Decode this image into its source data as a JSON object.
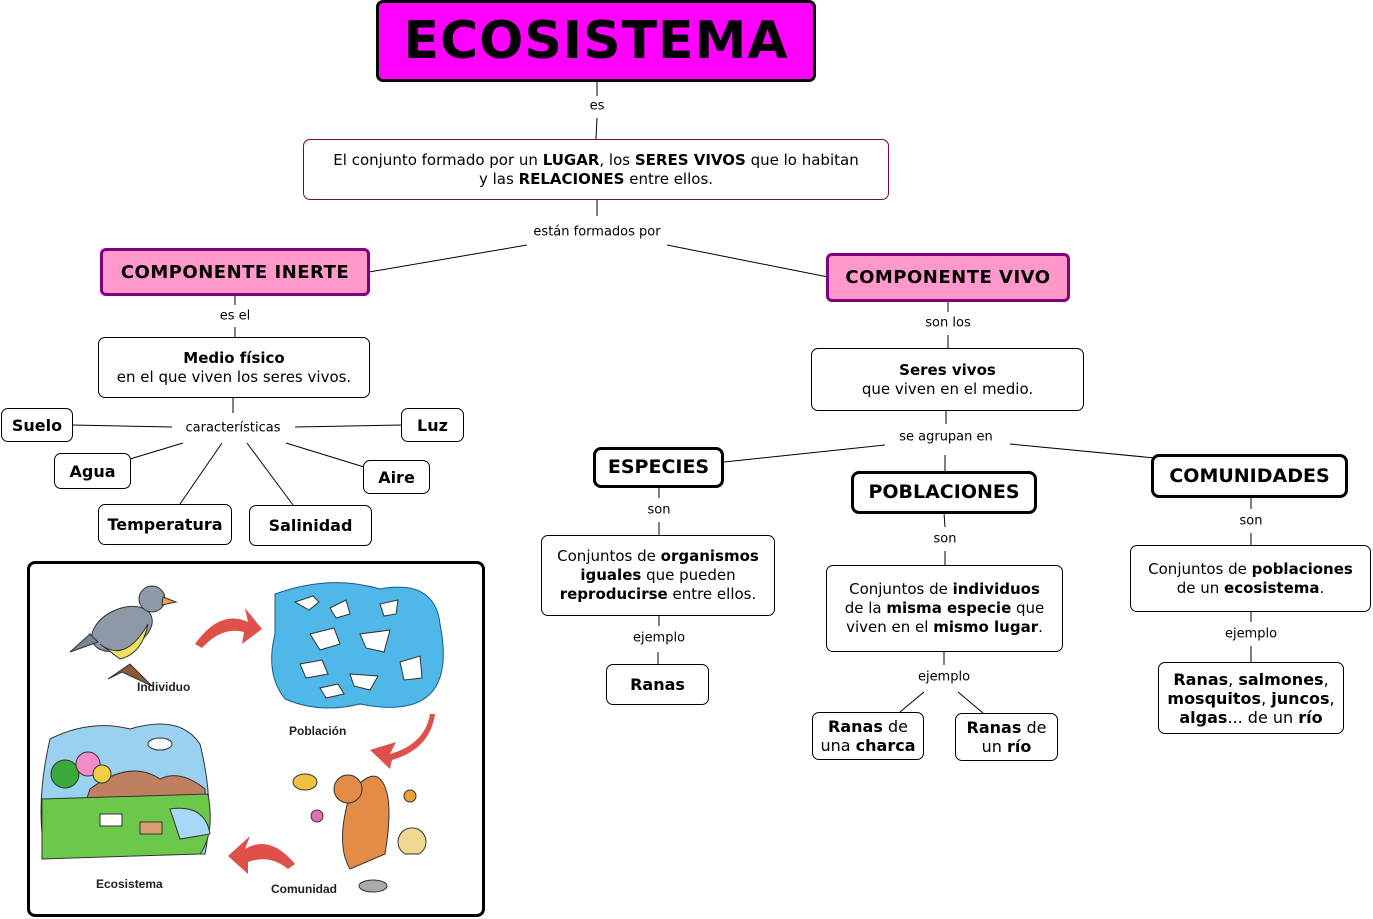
{
  "title": "ECOSISTEMA",
  "colors": {
    "title_fill": "#ff00ff",
    "component_fill": "#ff99cc",
    "component_border": "#800080",
    "node_border": "#000000"
  },
  "links": {
    "es": "es",
    "estan_formados_por": "están formados por",
    "es_el": "es el",
    "caracteristicas": "características",
    "son_los": "son los",
    "se_agrupan_en": "se agrupan en",
    "especies_son": "son",
    "especies_ejemplo": "ejemplo",
    "poblaciones_son": "son",
    "poblaciones_ejemplo": "ejemplo",
    "comunidades_son": "son",
    "comunidades_ejemplo": "ejemplo"
  },
  "definition": {
    "p1": "El conjunto formado por un ",
    "b1": "LUGAR",
    "p2": ", los ",
    "b2": "SERES VIVOS",
    "p3": " que lo habitan",
    "p4": "y las ",
    "b3": "RELACIONES",
    "p5": " entre ellos."
  },
  "inerte": {
    "label": "COMPONENTE INERTE",
    "medio_title": "Medio físico",
    "medio_text": "en el que viven los seres vivos.",
    "characteristics": [
      "Suelo",
      "Luz",
      "Agua",
      "Aire",
      "Temperatura",
      "Salinidad"
    ]
  },
  "vivo": {
    "label": "COMPONENTE VIVO",
    "seres_title": "Seres vivos",
    "seres_text": "que viven en el medio."
  },
  "especies": {
    "label": "ESPECIES",
    "def": {
      "p1": "Conjuntos de ",
      "b1": "organismos",
      "b2": "iguales",
      "p2": " que pueden",
      "b3": "reproducirse",
      "p3": " entre ellos."
    },
    "example": "Ranas"
  },
  "poblaciones": {
    "label": "POBLACIONES",
    "def": {
      "p1": "Conjuntos de ",
      "b1": "individuos",
      "p2": "de la ",
      "b2": "misma especie",
      "p3": " que",
      "p4": "viven en el ",
      "b3": "mismo lugar",
      "p5": "."
    },
    "example1": {
      "b1": "Ranas",
      "p1": " de",
      "p2": "una ",
      "b2": "charca"
    },
    "example2": {
      "b1": "Ranas",
      "p1": " de",
      "p2": "un ",
      "b2": "río"
    }
  },
  "comunidades": {
    "label": "COMUNIDADES",
    "def": {
      "p1": "Conjuntos de ",
      "b1": "poblaciones",
      "p2": "de un ",
      "b2": "ecosistema",
      "p3": "."
    },
    "example": {
      "b1": "Ranas",
      "p1": ", ",
      "b2": "salmones",
      "p2": ",",
      "b3": "mosquitos",
      "p3": ", ",
      "b4": "juncos",
      "p4": ",",
      "b5": "algas",
      "p5": "... de un ",
      "b6": "río"
    }
  },
  "illustration": {
    "captions": [
      "Individuo",
      "Población",
      "Ecosistema",
      "Comunidad"
    ]
  }
}
